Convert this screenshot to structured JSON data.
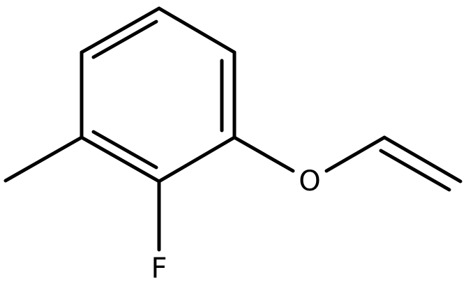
{
  "molecule": {
    "atoms": {
      "oxygen": {
        "symbol": "O",
        "element": "oxygen"
      },
      "fluorine": {
        "symbol": "F",
        "element": "fluorine"
      }
    },
    "substituents": [
      "methyl",
      "fluoro",
      "vinyloxy"
    ],
    "ring": "benzene",
    "colors": {
      "bond": "#000000",
      "label": "#000000",
      "background": "#ffffff"
    }
  }
}
